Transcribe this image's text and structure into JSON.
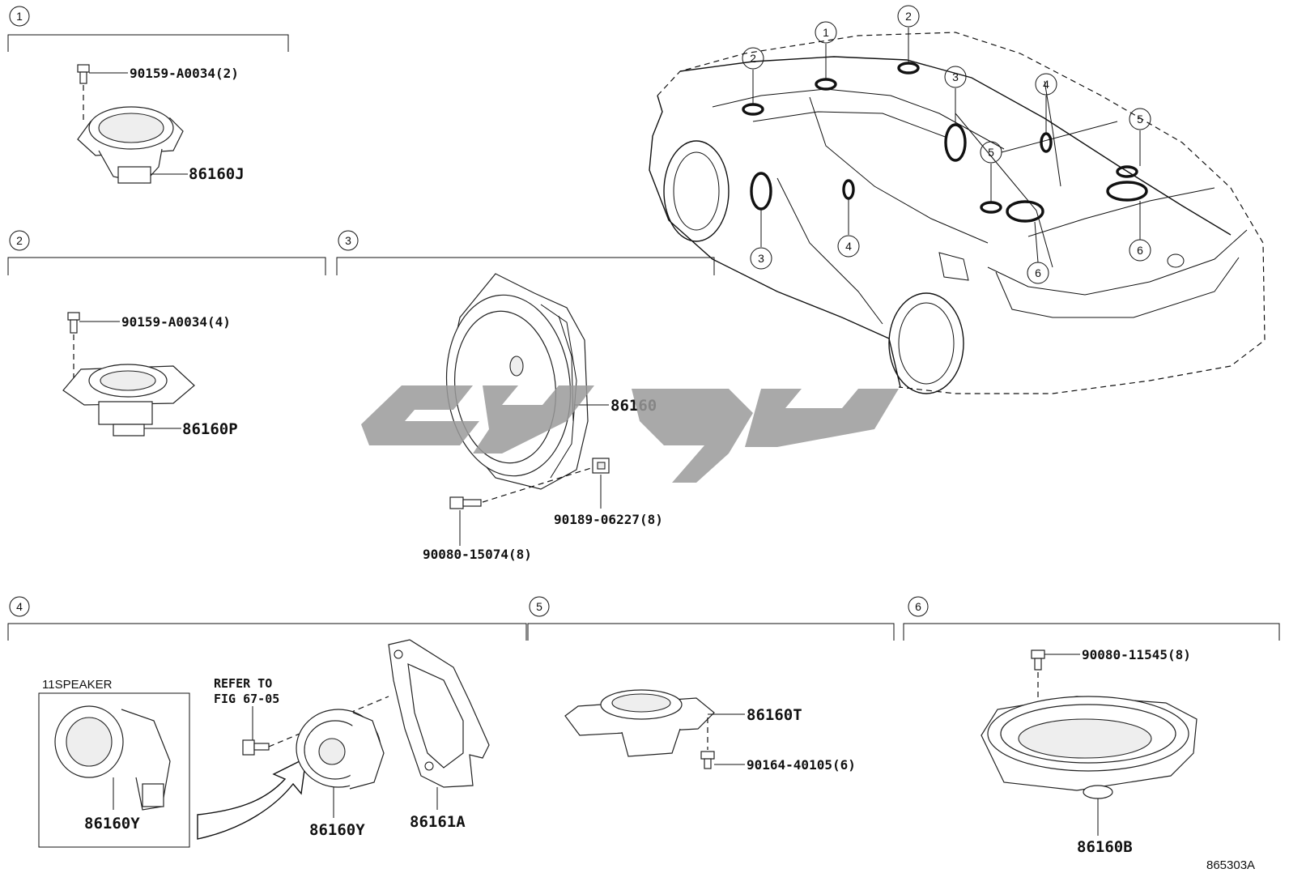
{
  "sections": [
    {
      "id": "1",
      "number": "1",
      "parts": {
        "bolt": "90159-A0034(2)",
        "speaker": "86160J"
      }
    },
    {
      "id": "2",
      "number": "2",
      "parts": {
        "bolt": "90159-A0034(4)",
        "speaker": "86160P"
      }
    },
    {
      "id": "3",
      "number": "3",
      "parts": {
        "speaker": "86160",
        "nut": "90189-06227(8)",
        "screw": "90080-15074(8)"
      }
    },
    {
      "id": "4",
      "number": "4",
      "inset_label": "11SPEAKER",
      "inset_part": "86160Y",
      "refer_line1": "REFER TO",
      "refer_line2": "FIG 67-05",
      "parts": {
        "speaker": "86160Y",
        "bracket": "86161A"
      }
    },
    {
      "id": "5",
      "number": "5",
      "parts": {
        "speaker": "86160T",
        "screw": "90164-40105(6)"
      }
    },
    {
      "id": "6",
      "number": "6",
      "parts": {
        "bolt": "90080-11545(8)",
        "speaker": "86160B"
      }
    }
  ],
  "car_callouts": [
    "1",
    "2",
    "2",
    "3",
    "3",
    "4",
    "4",
    "5",
    "5",
    "6",
    "6"
  ],
  "drawing_id": "865303A",
  "colors": {
    "line": "#111111",
    "watermark": "#9a9a9a"
  }
}
